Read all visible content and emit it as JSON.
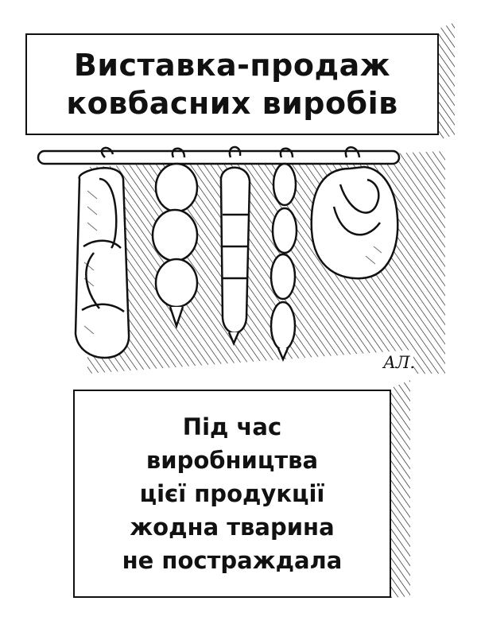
{
  "top_sign": {
    "line1": "Виставка-продаж",
    "line2": "ковбасних виробів"
  },
  "bottom_sign": {
    "line1": "Під час",
    "line2": "виробництва",
    "line3": "цієї продукції",
    "line4": "жодна тварина",
    "line5": "не постраждала"
  },
  "signature": "АЛ.",
  "colors": {
    "ink": "#111111",
    "paper": "#ffffff"
  }
}
